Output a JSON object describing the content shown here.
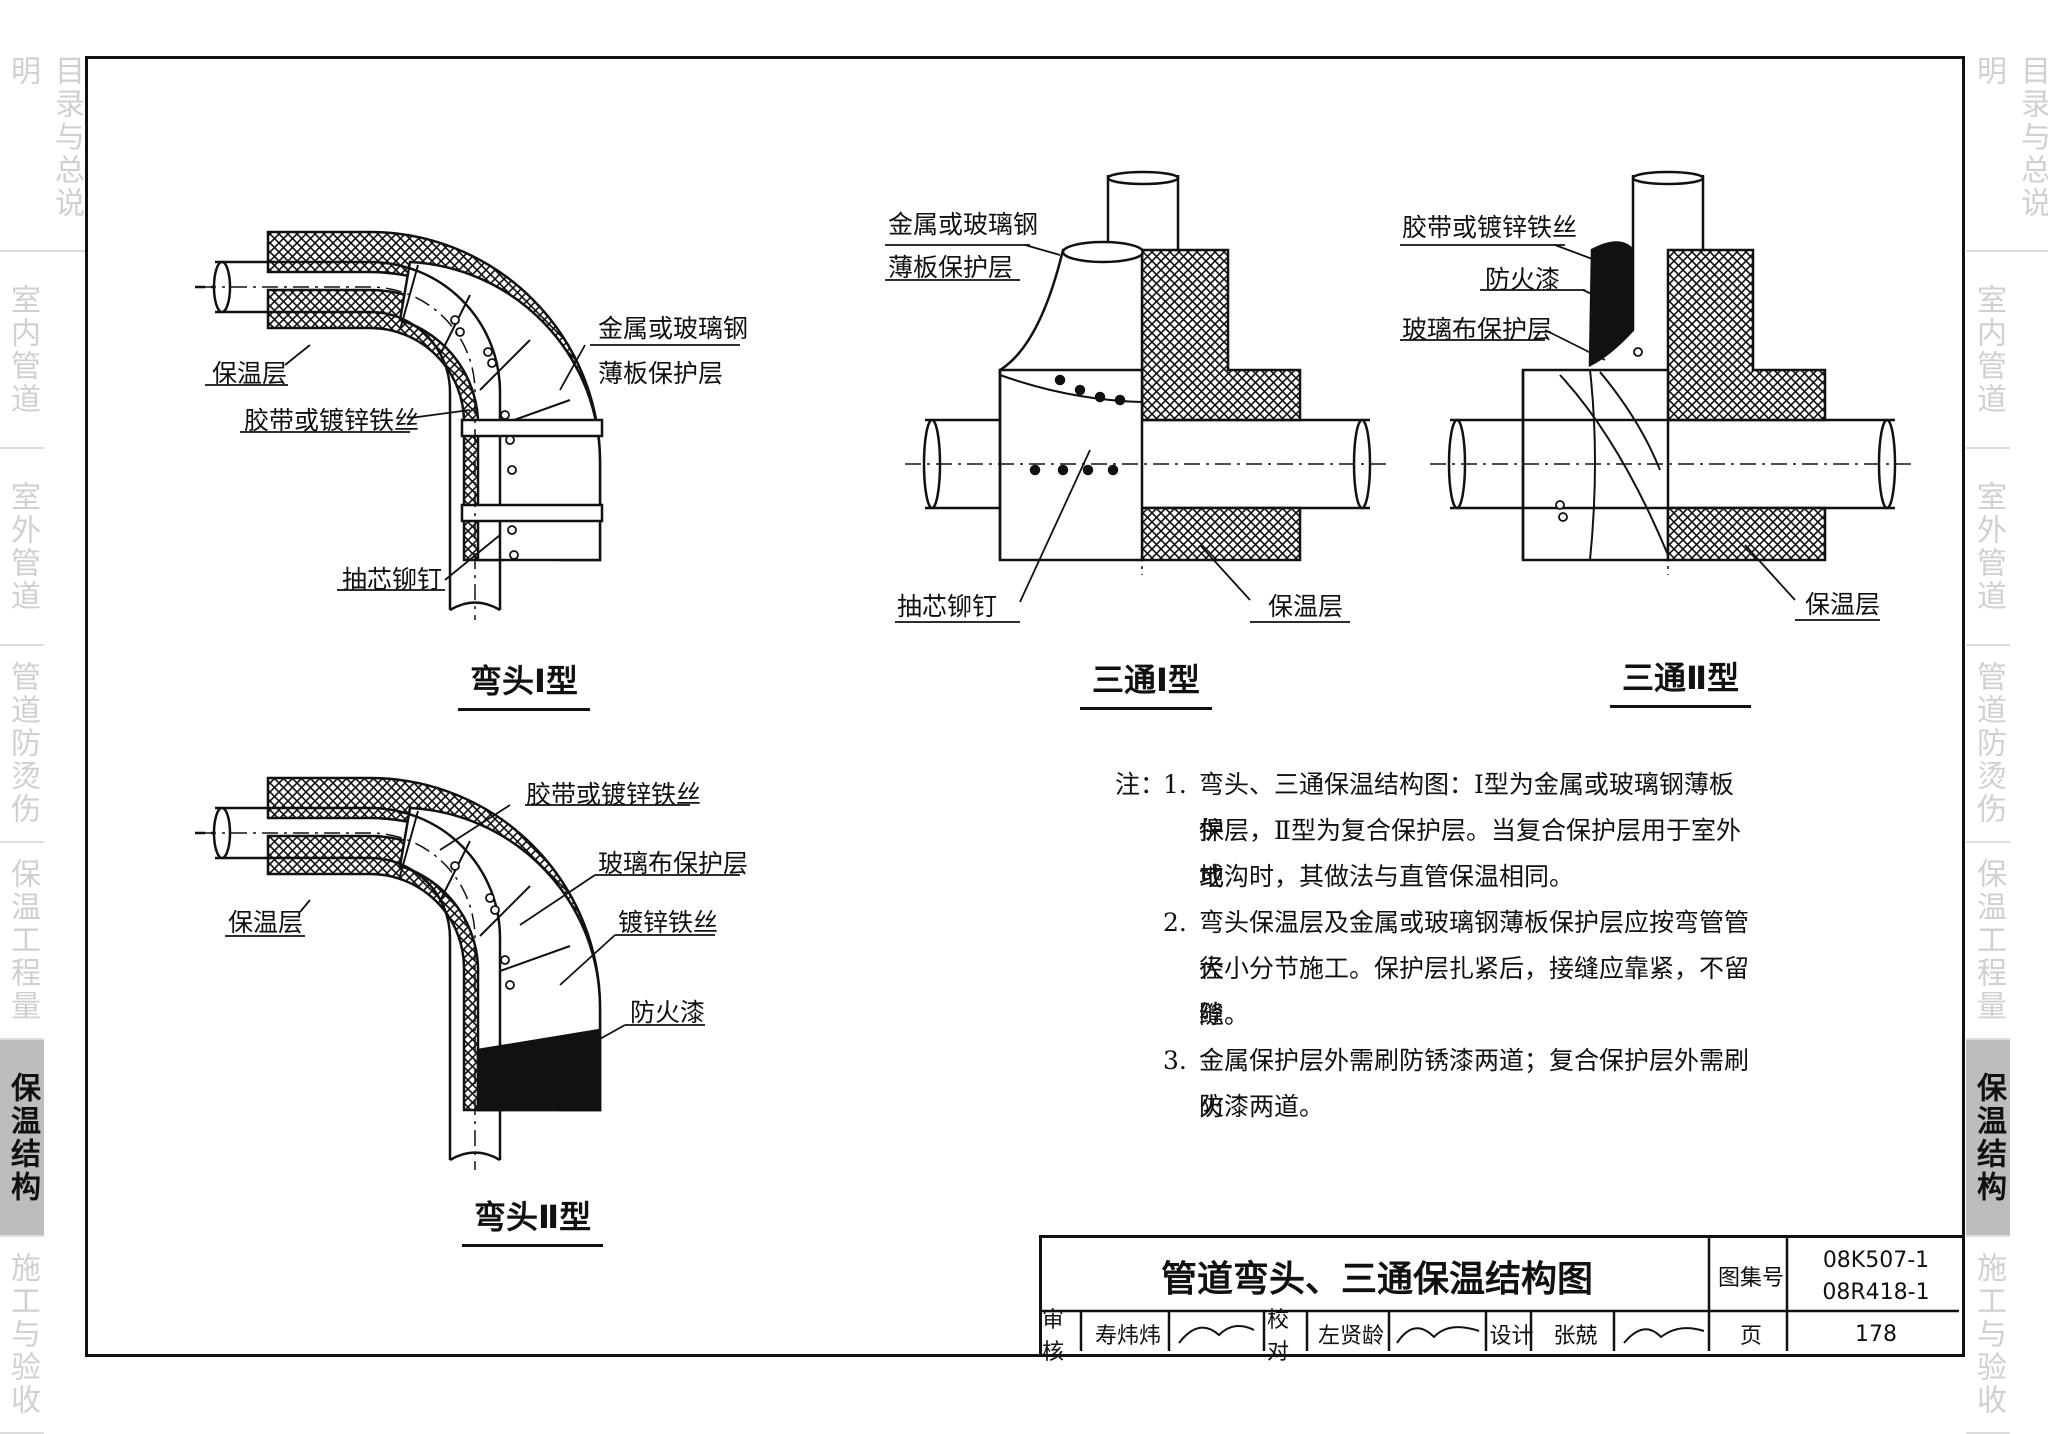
{
  "side_tabs_left": [
    {
      "label": "目录与总说明",
      "active": false
    },
    {
      "label": "室内管道",
      "active": false
    },
    {
      "label": "室外管道",
      "active": false
    },
    {
      "label": "管道防烫伤",
      "active": false
    },
    {
      "label": "保温工程量",
      "active": false
    },
    {
      "label": "保温结构",
      "active": true
    },
    {
      "label": "施工与验收",
      "active": false
    }
  ],
  "side_tabs_right": [
    {
      "label": "目录与总说明",
      "active": false
    },
    {
      "label": "室内管道",
      "active": false
    },
    {
      "label": "室外管道",
      "active": false
    },
    {
      "label": "管道防烫伤",
      "active": false
    },
    {
      "label": "保温工程量",
      "active": false
    },
    {
      "label": "保温结构",
      "active": true
    },
    {
      "label": "施工与验收",
      "active": false
    }
  ],
  "diagrams": {
    "elbow1": {
      "caption": "弯头Ⅰ型",
      "labels": {
        "shell": "金属或玻璃钢",
        "shell2": "薄板保护层",
        "insulation": "保温层",
        "tape": "胶带或镀锌铁丝",
        "rivet": "抽芯铆钉"
      }
    },
    "elbow2": {
      "caption": "弯头Ⅱ型",
      "labels": {
        "tape": "胶带或镀锌铁丝",
        "cloth": "玻璃布保护层",
        "insulation": "保温层",
        "wire": "镀锌铁丝",
        "paint": "防火漆"
      }
    },
    "tee1": {
      "caption": "三通Ⅰ型",
      "labels": {
        "shell": "金属或玻璃钢",
        "shell2": "薄板保护层",
        "rivet": "抽芯铆钉",
        "insulation": "保温层"
      }
    },
    "tee2": {
      "caption": "三通Ⅱ型",
      "labels": {
        "tape": "胶带或镀锌铁丝",
        "paint": "防火漆",
        "cloth": "玻璃布保护层",
        "insulation": "保温层"
      }
    }
  },
  "notes": {
    "head": "注：",
    "items": [
      {
        "num": "1.",
        "lines": [
          "弯头、三通保温结构图：Ⅰ型为金属或玻璃钢薄板保",
          "护层，Ⅱ型为复合保护层。当复合保护层用于室外或",
          "地沟时，其做法与直管保温相同。"
        ]
      },
      {
        "num": "2.",
        "lines": [
          "弯头保温层及金属或玻璃钢薄板保护层应按弯管管径",
          "大小分节施工。保护层扎紧后，接缝应靠紧，不留缝",
          "隙。"
        ]
      },
      {
        "num": "3.",
        "lines": [
          "金属保护层外需刷防锈漆两道；复合保护层外需刷防",
          "火漆两道。"
        ]
      }
    ]
  },
  "title_block": {
    "title": "管道弯头、三通保温结构图",
    "atlas_label": "图集号",
    "atlas_no1": "08K507-1",
    "atlas_no2": "08R418-1",
    "review_label": "审核",
    "reviewer": "寿炜炜",
    "check_label": "校对",
    "checker": "左贤龄",
    "design_label": "设计",
    "designer": "张兢",
    "page_label": "页",
    "page_no": "178"
  }
}
